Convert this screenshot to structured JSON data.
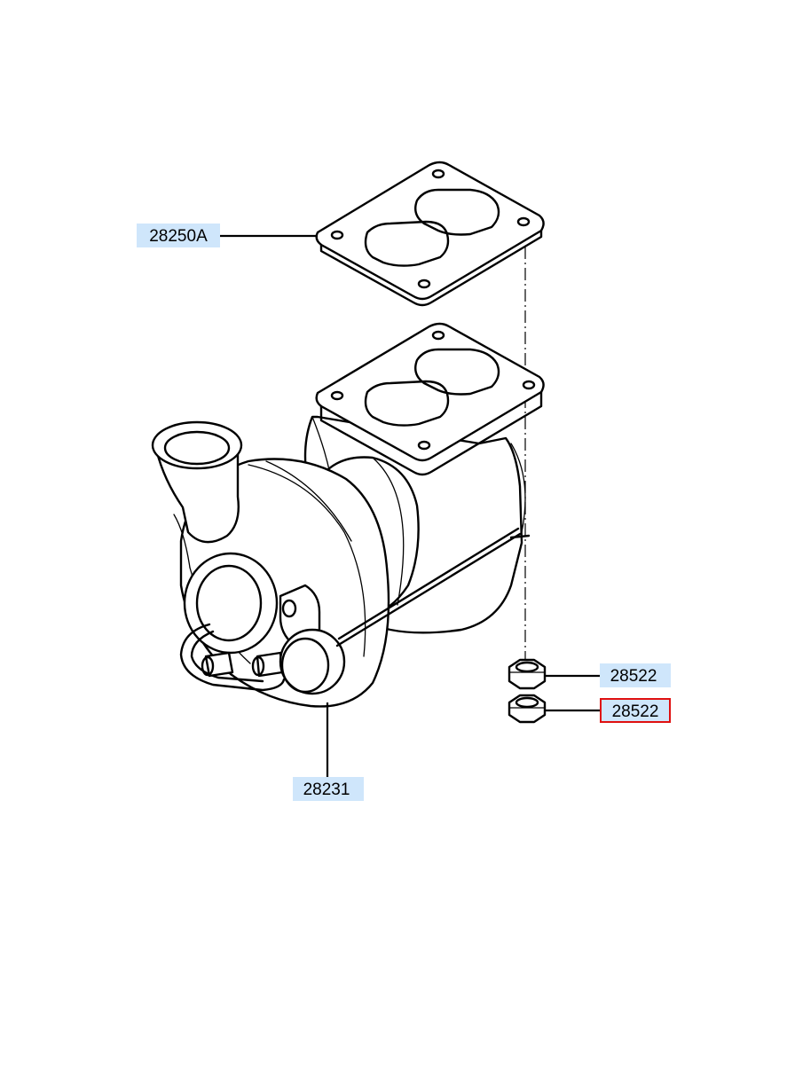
{
  "callouts": [
    {
      "id": "gasket",
      "label": "28250A",
      "highlighted": false
    },
    {
      "id": "turbocharger",
      "label": "28231",
      "highlighted": false
    },
    {
      "id": "nut-upper",
      "label": "28522",
      "highlighted": false
    },
    {
      "id": "nut-lower",
      "label": "28522",
      "highlighted": true
    }
  ],
  "colors": {
    "callout_fill": "#cfe6fb",
    "highlight_border": "#e01010",
    "line": "#000000"
  }
}
